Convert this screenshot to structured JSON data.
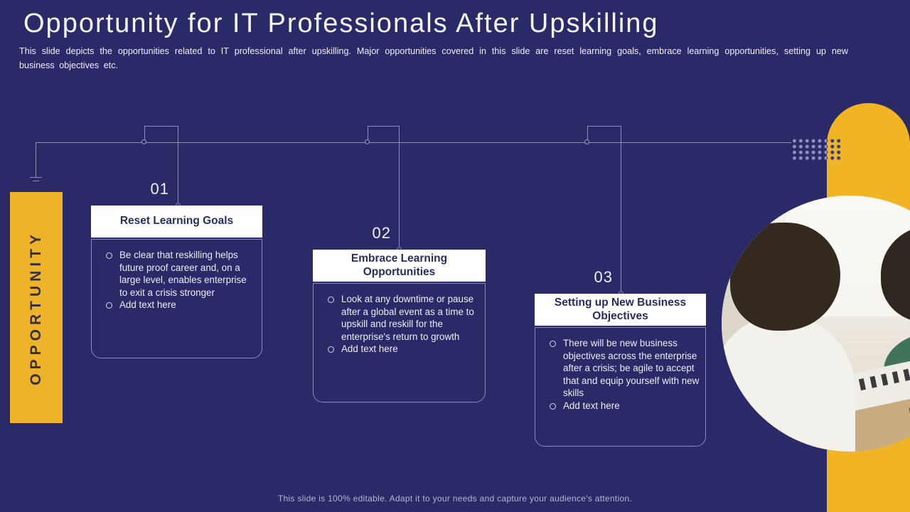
{
  "slide": {
    "title": "Opportunity for IT Professionals After Upskilling",
    "subtitle": "This slide depicts the opportunities related to IT professional after upskilling. Major opportunities covered in this slide are reset learning goals, embrace learning opportunities, setting up new business objectives etc.",
    "side_label": "OPPORTUNITY",
    "footer": "This slide is 100% editable. Adapt it to your needs and capture your audience's attention."
  },
  "cards": [
    {
      "number": "01",
      "title": "Reset Learning Goals",
      "bullets": [
        "Be clear that reskilling helps future proof career and, on a large level, enables enterprise to exit a crisis stronger",
        "Add text here"
      ]
    },
    {
      "number": "02",
      "title": "Embrace Learning Opportunities",
      "bullets": [
        "Look at any downtime or pause after a global event as a time to upskill and reskill for the enterprise's return to growth",
        "Add text here"
      ]
    },
    {
      "number": "03",
      "title": "Setting up New Business Objectives",
      "bullets": [
        "There will be new business objectives across the enterprise after a crisis; be agile to accept that and equip yourself with new skills",
        "Add text here"
      ]
    }
  ],
  "photo": {
    "description": "Two colleagues talking at a desk: woman with afro hair in green sweater smiling, man seen from behind in white shirt, papers and laptop on wooden desk"
  },
  "colors": {
    "background": "#2B2A69",
    "accent_yellow": "#F0B424",
    "card_header_bg": "#FFFFFF",
    "card_header_text": "#272C62",
    "connector_line": "#9E9ECC",
    "dot_light": "#8F8FC8",
    "dot_dark": "#3C3B72",
    "body_text": "#EDEDF5",
    "footer_text": "#B5B5D0"
  }
}
